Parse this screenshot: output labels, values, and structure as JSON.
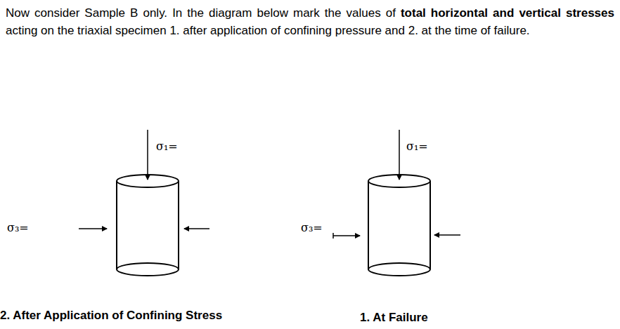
{
  "diagram": {
    "labels": [
      "Now consider Sample B only. In the diagram below mark the values of",
      "total horizontal and vertical stresses",
      "acting on the triaxial specimen 1. after application of confining pressure and 2. at the time of failure.",
      "σ₁=",
      "σ₃=",
      "σ₁=",
      "σ₃=",
      "2. After Application of Confining Stress",
      "1. At Failure"
    ]
  }
}
